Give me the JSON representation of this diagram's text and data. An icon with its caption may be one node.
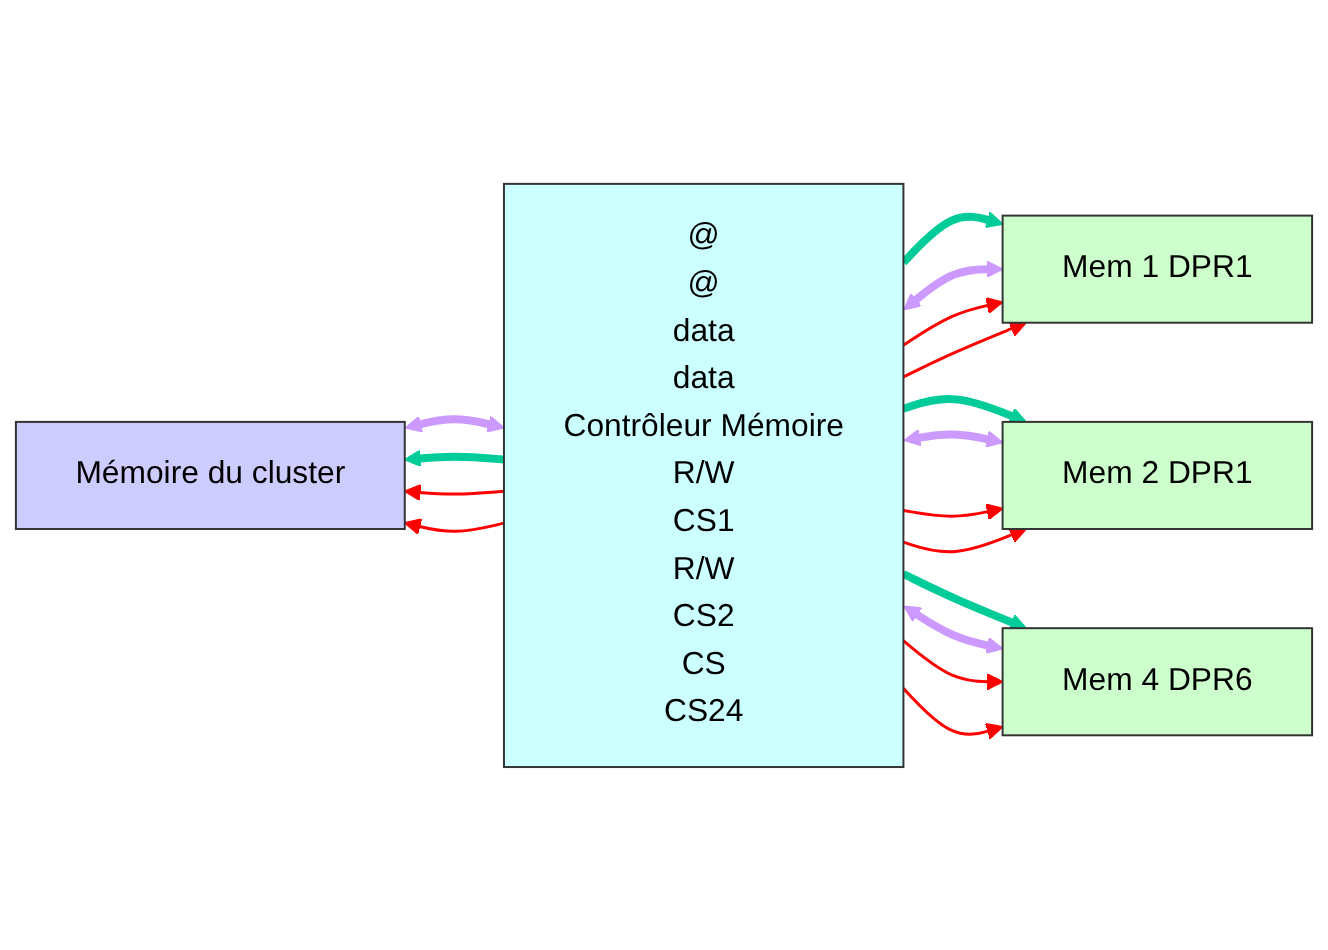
{
  "diagram": {
    "nodes": [
      {
        "text": [
          "Mémoire du cluster"
        ]
      },
      {
        "text": [
          "@",
          "@",
          "data",
          "data",
          "Contrôleur Mémoire",
          "R/W",
          "CS1",
          "R/W",
          "CS2",
          "CS",
          "CS24"
        ]
      },
      {
        "text": [
          "Mem 1 DPR1"
        ]
      },
      {
        "text": [
          "Mem 2 DPR1"
        ]
      },
      {
        "text": [
          "Mem 4 DPR6"
        ]
      }
    ],
    "edges": [
      {
        "from": 1,
        "to": 0,
        "arrow": "to",
        "style": "thick",
        "color": "#00cc99"
      },
      {
        "from": 0,
        "to": 1,
        "arrow": "both",
        "style": "thick",
        "color": "#cc99ff"
      },
      {
        "from": 1,
        "to": 2,
        "arrow": "to",
        "style": "thick",
        "color": "#00cc99"
      },
      {
        "from": 1,
        "to": 3,
        "arrow": "to",
        "style": "thick",
        "color": "#00cc99"
      },
      {
        "from": 1,
        "to": 4,
        "arrow": "to",
        "style": "thick",
        "color": "#00cc99"
      },
      {
        "from": 1,
        "to": 2,
        "arrow": "both",
        "style": "thick",
        "color": "#cc99ff"
      },
      {
        "from": 1,
        "to": 3,
        "arrow": "both",
        "style": "thick",
        "color": "#cc99ff"
      },
      {
        "from": 1,
        "to": 4,
        "arrow": "both",
        "style": "thick",
        "color": "#cc99ff"
      },
      {
        "from": 1,
        "to": 2,
        "arrow": "to"
      },
      {
        "from": 1,
        "to": 2,
        "arrow": "to"
      },
      {
        "from": 1,
        "to": 3,
        "arrow": "to"
      },
      {
        "from": 1,
        "to": 3,
        "arrow": "to"
      },
      {
        "from": 1,
        "to": 4,
        "arrow": "to"
      },
      {
        "from": 1,
        "to": 4,
        "arrow": "to"
      },
      {
        "from": 1,
        "to": 0,
        "arrow": "to"
      },
      {
        "from": 1,
        "to": 0,
        "arrow": "to"
      }
    ]
  }
}
